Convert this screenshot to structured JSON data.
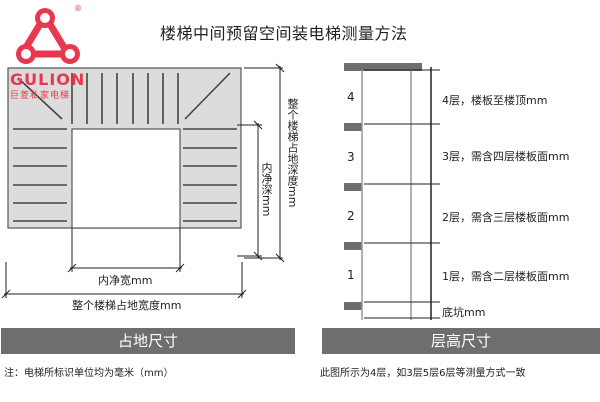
{
  "header": {
    "title": "楼梯中间预留空间装电梯测量方法"
  },
  "brand": {
    "name": "GULION",
    "subtitle": "巨菱私家电梯",
    "registered_mark": "®",
    "color": "#e8384f"
  },
  "left_diagram": {
    "outer_depth_label": "整个楼梯占地深度mm",
    "inner_depth_label": "内净深mm",
    "inner_width_label": "内净宽mm",
    "outer_width_label": "整个楼梯占地宽度mm",
    "section_title": "占地尺寸",
    "note": "注：电梯所标识单位均为毫米（mm）"
  },
  "right_diagram": {
    "floors": [
      {
        "number": "4",
        "label": "4层，楼板至楼顶mm"
      },
      {
        "number": "3",
        "label": "3层，需含四层楼板面mm"
      },
      {
        "number": "2",
        "label": "2层，需含三层楼板面mm"
      },
      {
        "number": "1",
        "label": "1层，需含二层楼板面mm"
      }
    ],
    "pit_label": "底坑mm",
    "section_title": "层高尺寸",
    "note": "此图所示为4层，如3层5层6层等测量方式一致"
  },
  "colors": {
    "stair_fill": "#dcdcdc",
    "line": "#444444",
    "section_bar": "#6e6e6e",
    "slab": "#6e6e6e"
  }
}
